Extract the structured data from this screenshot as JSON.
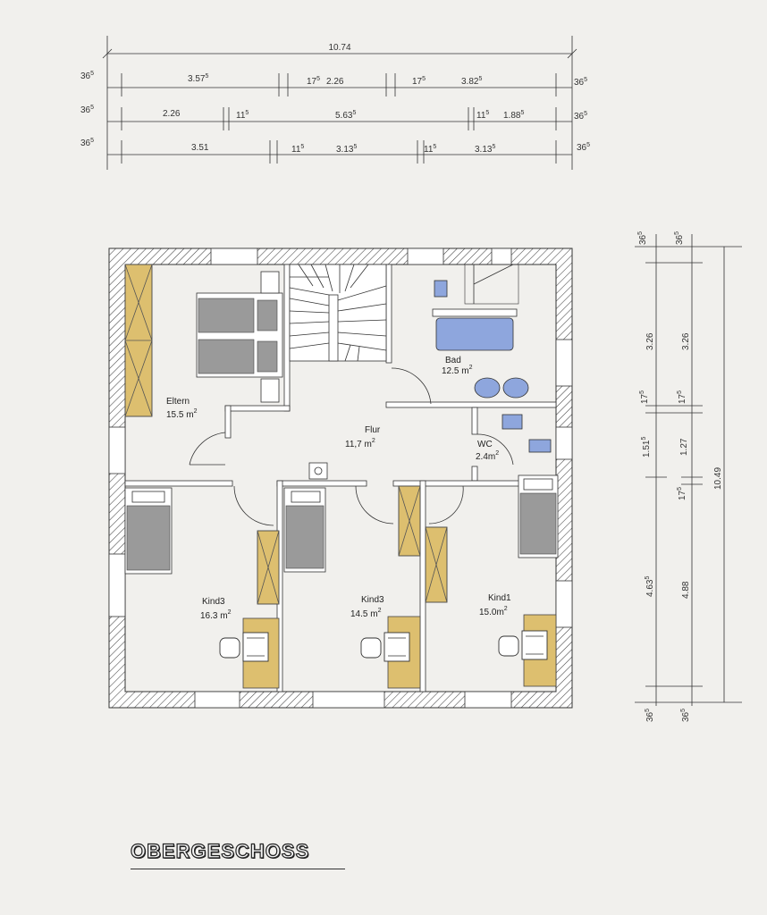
{
  "title": "OBERGESCHOSS",
  "rooms": {
    "eltern": {
      "name": "Eltern",
      "area": "15.5 m",
      "exp": "2"
    },
    "flur": {
      "name": "Flur",
      "area": "11,7 m",
      "exp": "2"
    },
    "bad": {
      "name": "Bad",
      "area": "12.5 m",
      "exp": "2"
    },
    "wc": {
      "name": "WC",
      "area": "2.4m",
      "exp": "2"
    },
    "kind3a": {
      "name": "Kind3",
      "area": "16.3 m",
      "exp": "2"
    },
    "kind3b": {
      "name": "Kind3",
      "area": "14.5 m",
      "exp": "2"
    },
    "kind1": {
      "name": "Kind1",
      "area": "15.0m",
      "exp": "2"
    }
  },
  "dims_top": {
    "overall": "10.74",
    "row1": [
      {
        "v": "36",
        "s": "5"
      },
      {
        "v": "3.57",
        "s": "5"
      },
      {
        "v": "17",
        "s": "5"
      },
      {
        "v": "2.26",
        "s": ""
      },
      {
        "v": "17",
        "s": "5"
      },
      {
        "v": "3.82",
        "s": "5"
      },
      {
        "v": "36",
        "s": "5"
      }
    ],
    "row2": [
      {
        "v": "36",
        "s": "5"
      },
      {
        "v": "2.26",
        "s": ""
      },
      {
        "v": "11",
        "s": "5"
      },
      {
        "v": "5.63",
        "s": "5"
      },
      {
        "v": "11",
        "s": "5"
      },
      {
        "v": "1.88",
        "s": "5"
      },
      {
        "v": "36",
        "s": "5"
      }
    ],
    "row3": [
      {
        "v": "36",
        "s": "5"
      },
      {
        "v": "3.51",
        "s": ""
      },
      {
        "v": "11",
        "s": "5"
      },
      {
        "v": "3.13",
        "s": "5"
      },
      {
        "v": "11",
        "s": "5"
      },
      {
        "v": "3.13",
        "s": "5"
      },
      {
        "v": "36",
        "s": "5"
      }
    ]
  },
  "dims_right": {
    "col1": [
      {
        "v": "36",
        "s": "5"
      },
      {
        "v": "3.26",
        "s": ""
      },
      {
        "v": "17",
        "s": "5"
      },
      {
        "v": "1.51",
        "s": "5"
      },
      {
        "v": "4.63",
        "s": "5"
      },
      {
        "v": "36",
        "s": "5"
      }
    ],
    "col2": [
      {
        "v": "36",
        "s": "5"
      },
      {
        "v": "3.26",
        "s": ""
      },
      {
        "v": "17",
        "s": "5"
      },
      {
        "v": "1.27",
        "s": ""
      },
      {
        "v": "17",
        "s": "5"
      },
      {
        "v": "4.88",
        "s": ""
      },
      {
        "v": "36",
        "s": "5"
      }
    ],
    "overall": "10.49"
  }
}
